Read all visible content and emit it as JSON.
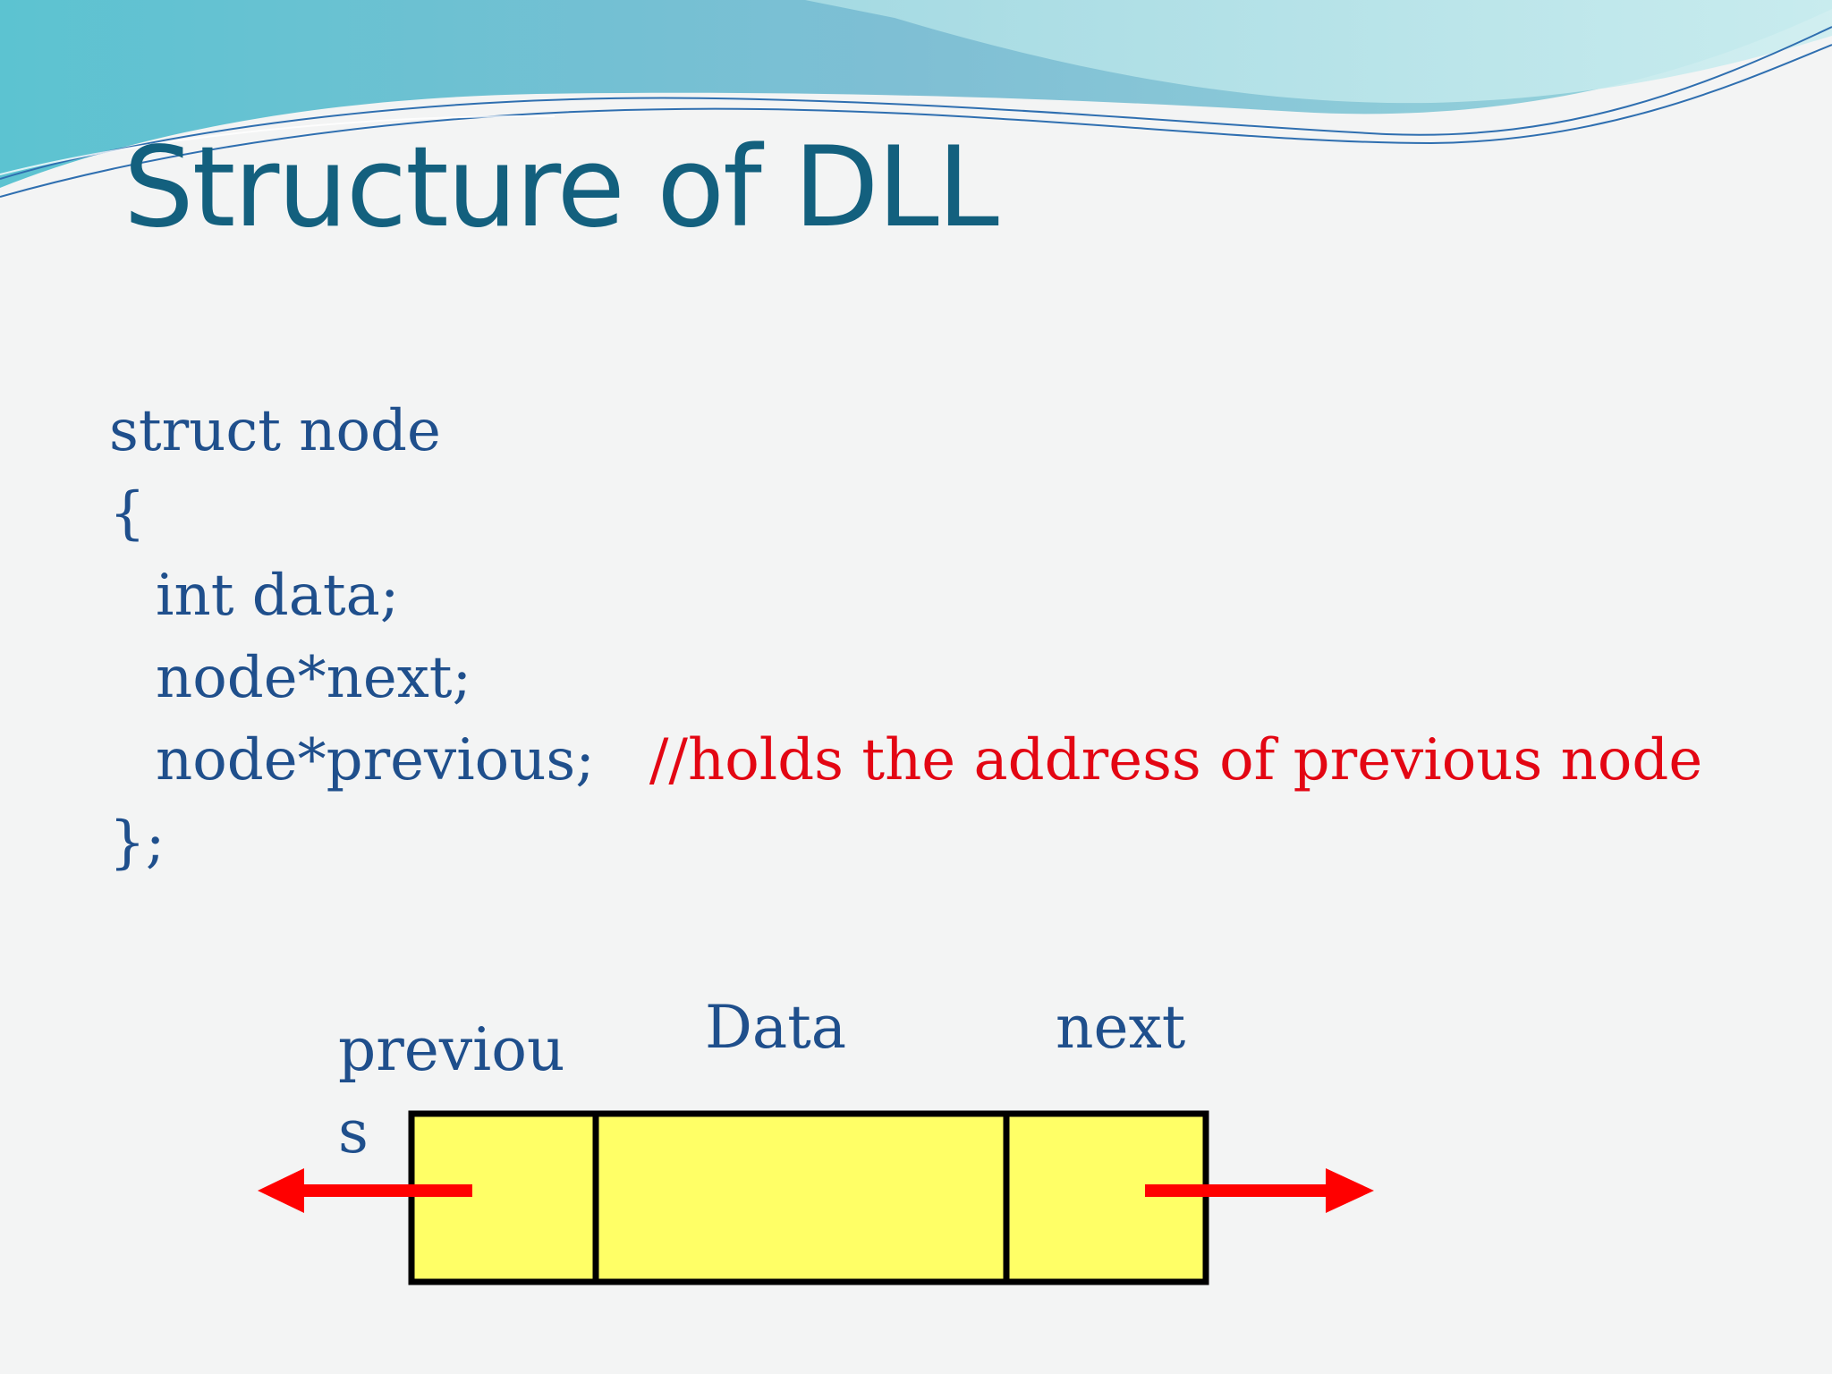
{
  "slide": {
    "title": "Structure of DLL"
  },
  "code": {
    "lines": [
      "struct node",
      "{",
      "int data;",
      "node*next;",
      "node*previous;"
    ],
    "comment": "//holds the address of previous node",
    "closing": "};"
  },
  "diagram": {
    "labels": {
      "previous": "previous",
      "data": "Data",
      "next": "next"
    },
    "colors": {
      "cell_fill": "#ffff66",
      "arrow": "#ff0000",
      "border": "#000000"
    }
  }
}
